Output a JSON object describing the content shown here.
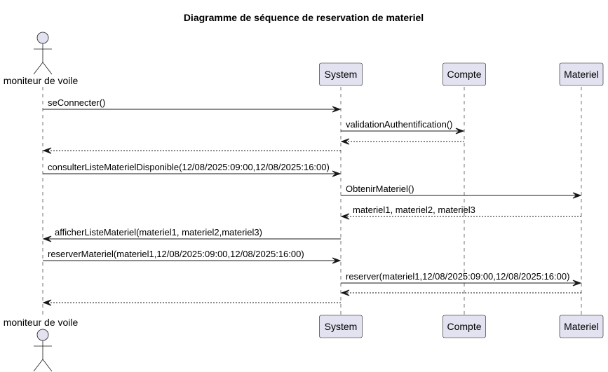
{
  "title": "Diagramme de séquence de reservation de materiel",
  "participants": [
    {
      "id": "moniteur",
      "label": "moniteur de voile",
      "kind": "actor"
    },
    {
      "id": "system",
      "label": "System",
      "kind": "participant"
    },
    {
      "id": "compte",
      "label": "Compte",
      "kind": "participant"
    },
    {
      "id": "materiel",
      "label": "Materiel",
      "kind": "participant"
    }
  ],
  "messages": [
    {
      "from": "moniteur",
      "to": "system",
      "label": "seConnecter()",
      "style": "solid"
    },
    {
      "from": "system",
      "to": "compte",
      "label": "validationAuthentification()",
      "style": "solid"
    },
    {
      "from": "compte",
      "to": "system",
      "label": "",
      "style": "dashed"
    },
    {
      "from": "system",
      "to": "moniteur",
      "label": "",
      "style": "dashed"
    },
    {
      "from": "moniteur",
      "to": "system",
      "label": "consulterListeMaterielDisponible(12/08/2025:09:00,12/08/2025:16:00)",
      "style": "solid"
    },
    {
      "from": "system",
      "to": "materiel",
      "label": "ObtenirMateriel()",
      "style": "solid"
    },
    {
      "from": "materiel",
      "to": "system",
      "label": "materiel1, materiel2, materiel3",
      "style": "dashed"
    },
    {
      "from": "system",
      "to": "moniteur",
      "label": "afficherListeMateriel(materiel1, materiel2,materiel3)",
      "style": "solid"
    },
    {
      "from": "moniteur",
      "to": "system",
      "label": "reserverMateriel(materiel1,12/08/2025:09:00,12/08/2025:16:00)",
      "style": "solid"
    },
    {
      "from": "system",
      "to": "materiel",
      "label": "reserver(materiel1,12/08/2025:09:00,12/08/2025:16:00)",
      "style": "solid"
    },
    {
      "from": "materiel",
      "to": "system",
      "label": "",
      "style": "dashed"
    },
    {
      "from": "system",
      "to": "moniteur",
      "label": "",
      "style": "dashed"
    }
  ]
}
